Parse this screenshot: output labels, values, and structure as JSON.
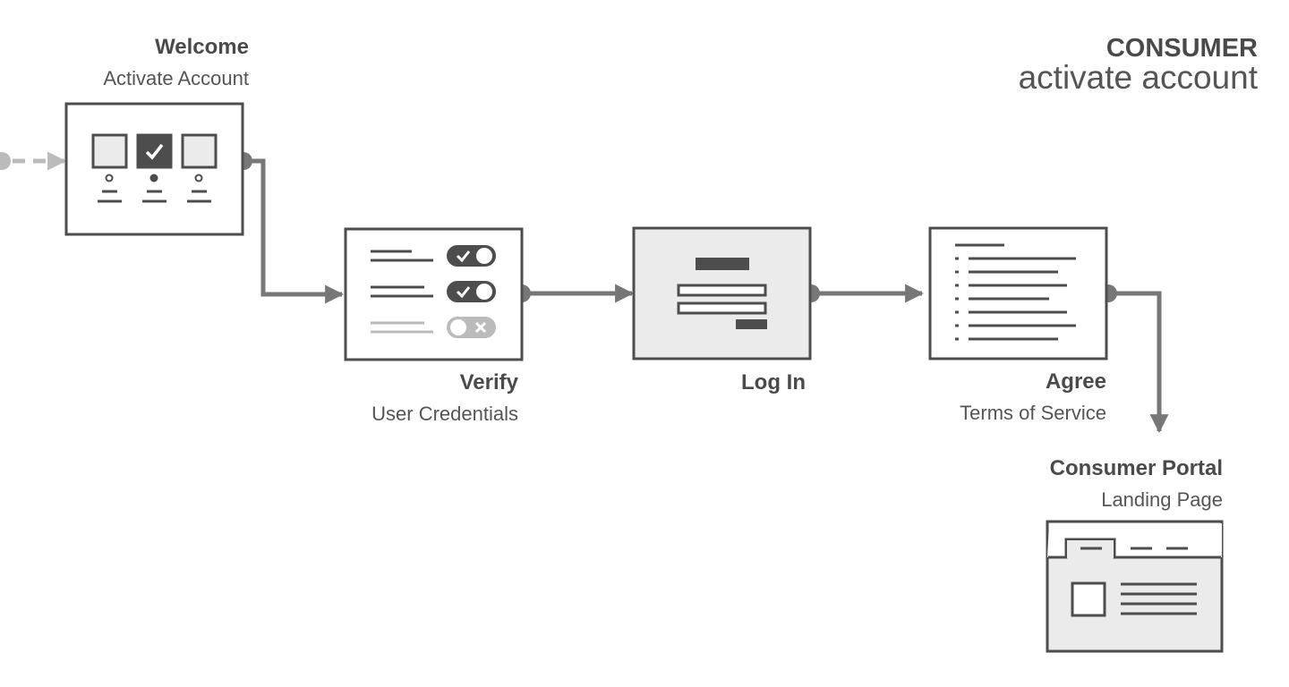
{
  "header": {
    "title": "CONSUMER",
    "subtitle": "activate account"
  },
  "steps": [
    {
      "title": "Welcome",
      "subtitle": "Activate Account"
    },
    {
      "title": "Verify",
      "subtitle": "User Credentials"
    },
    {
      "title": "Log In",
      "subtitle": ""
    },
    {
      "title": "Agree",
      "subtitle": "Terms of Service"
    },
    {
      "title": "Consumer Portal",
      "subtitle": "Landing Page"
    }
  ],
  "colors": {
    "stroke": "#4d4d4d",
    "fill": "#ebebeb",
    "connector": "#777777",
    "entry": "#bbbbbb",
    "text": "#4a4a4a"
  },
  "icons": [
    "check-icon",
    "toggle-on-icon",
    "toggle-off-icon",
    "x-icon"
  ]
}
